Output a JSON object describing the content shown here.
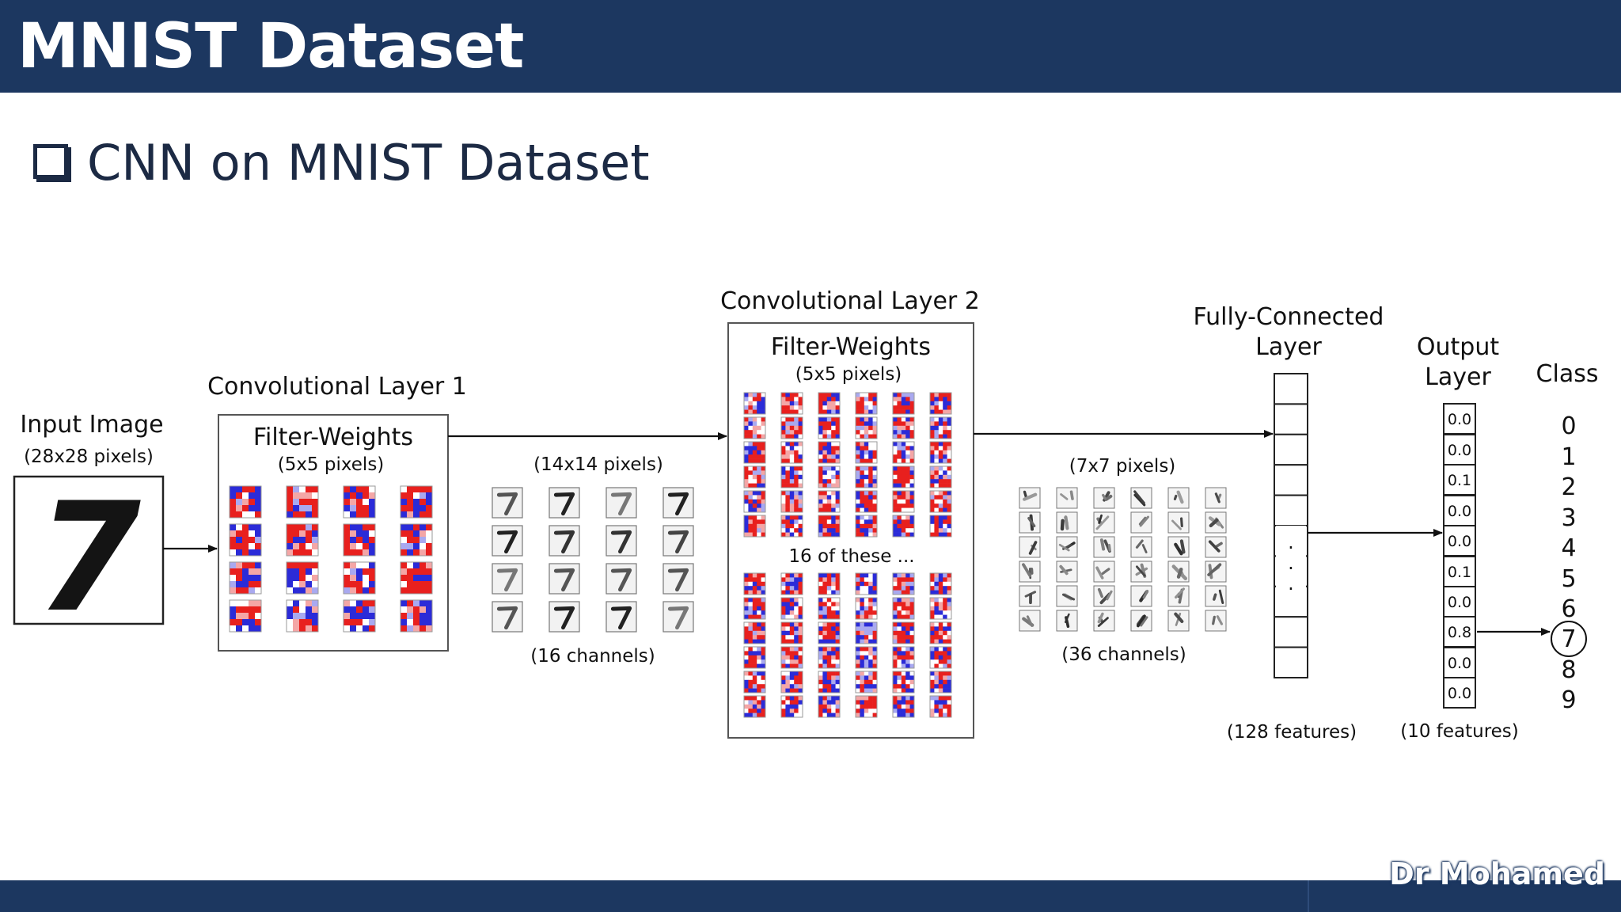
{
  "header": {
    "title": "MNIST Dataset"
  },
  "slide": {
    "subtitle": "CNN on MNIST Dataset"
  },
  "diagram": {
    "input": {
      "label": "Input Image",
      "size": "(28x28 pixels)",
      "digit": "7"
    },
    "conv1": {
      "label": "Convolutional Layer 1",
      "filter_title": "Filter-Weights",
      "filter_size": "(5x5 pixels)",
      "output_size": "(14x14 pixels)",
      "output_channels": "(16 channels)"
    },
    "conv2": {
      "label": "Convolutional Layer 2",
      "filter_title": "Filter-Weights",
      "filter_size": "(5x5 pixels)",
      "note": "16 of these ...",
      "output_size": "(7x7 pixels)",
      "output_channels": "(36 channels)"
    },
    "fc": {
      "label_line1": "Fully-Connected",
      "label_line2": "Layer",
      "features": "(128 features)",
      "dots": "·"
    },
    "output": {
      "label_line1": "Output",
      "label_line2": "Layer",
      "features": "(10 features)",
      "values": [
        "0.0",
        "0.0",
        "0.1",
        "0.0",
        "0.0",
        "0.1",
        "0.0",
        "0.8",
        "0.0",
        "0.0"
      ]
    },
    "class": {
      "label": "Class",
      "labels": [
        "0",
        "1",
        "2",
        "3",
        "4",
        "5",
        "6",
        "7",
        "8",
        "9"
      ],
      "predicted": "7"
    },
    "colors": {
      "weight_positive": "#e8201e",
      "weight_negative": "#2b2bd8",
      "neutral": "#ffffff",
      "ink": "#111111"
    }
  },
  "footer": {
    "author": "Dr Mohamed"
  }
}
